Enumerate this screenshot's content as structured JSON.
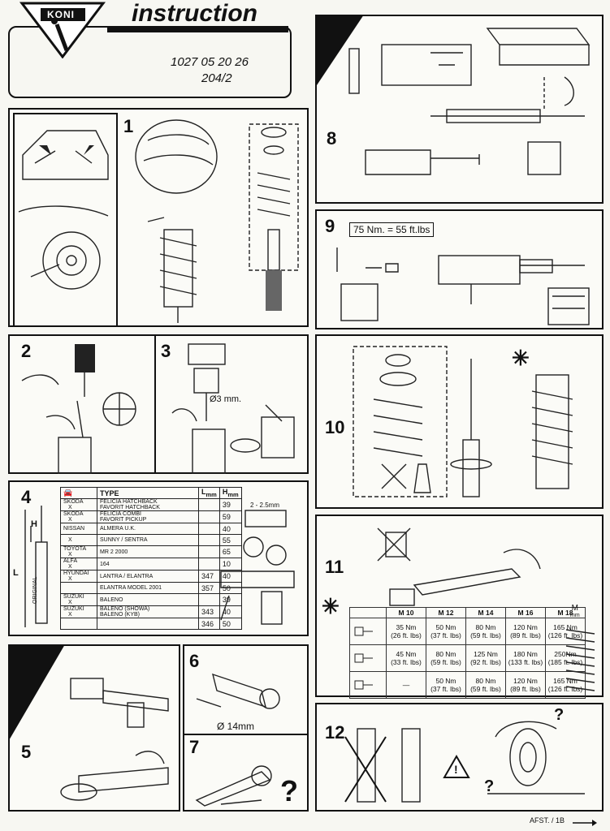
{
  "header": {
    "brand": "KONI",
    "title": "instruction",
    "code": "1027 05 20 26",
    "subcode": "204/2"
  },
  "steps": {
    "s1": "1",
    "s2": "2",
    "s3": "3",
    "s4": "4",
    "s5": "5",
    "s6": "6",
    "s7": "7",
    "s8": "8",
    "s9": "9",
    "s10": "10",
    "s11": "11",
    "s12": "12"
  },
  "step3": {
    "drill": "Ø3 mm."
  },
  "step4": {
    "gauge": "2 - 2.5mm",
    "axis_H": "H",
    "axis_L": "L",
    "original": "ORIGINAL",
    "table_head": {
      "type": "TYPE",
      "l": "L",
      "l_unit": "mm",
      "h": "H",
      "h_unit": "mm"
    },
    "rows": [
      {
        "make": "SKODA",
        "mark": "X",
        "type": "FELICIA HATCHBACK",
        "type2": "FAVORIT HATCHBACK",
        "l": "",
        "h": "39"
      },
      {
        "make": "SKODA",
        "mark": "X",
        "type": "FELICIA COMBI",
        "type2": "FAVORIT PICKUP",
        "l": "",
        "h": "59"
      },
      {
        "make": "NISSAN",
        "mark": "",
        "type": "ALMERA U.K.",
        "type2": "",
        "l": "",
        "h": "40"
      },
      {
        "make": "",
        "mark": "X",
        "type": "SUNNY / SENTRA",
        "type2": "",
        "l": "",
        "h": "55"
      },
      {
        "make": "TOYOTA",
        "mark": "X",
        "type": "MR 2    2000",
        "type2": "",
        "l": "",
        "h": "65"
      },
      {
        "make": "ALFA",
        "mark": "X",
        "type": "164",
        "type2": "",
        "l": "",
        "h": "10"
      },
      {
        "make": "HYUNDAI",
        "mark": "X",
        "type": "LANTRA / ELANTRA",
        "type2": "",
        "l": "347",
        "h": "40"
      },
      {
        "make": "",
        "mark": "",
        "type": "ELANTRA MODEL 2001",
        "type2": "",
        "l": "357",
        "h": "50"
      },
      {
        "make": "SUZUKI",
        "mark": "X",
        "type": "BALENO",
        "type2": "",
        "l": "",
        "h": "39"
      },
      {
        "make": "SUZUKI",
        "mark": "X",
        "type": "BALENO  (SHOWA)",
        "type2": "BALENO  (KYB)",
        "l": "343",
        "h": "40"
      },
      {
        "make": "",
        "mark": "",
        "type": "",
        "type2": "",
        "l": "346",
        "h": "50"
      }
    ]
  },
  "step6": {
    "diameter": "Ø 14mm"
  },
  "step7": {
    "question": "?"
  },
  "step9": {
    "torque": "75 Nm. =  55 ft.lbs"
  },
  "step11": {
    "star": "✳",
    "m_label": "M",
    "m_unit": "mm",
    "headers": [
      "M 10",
      "M 12",
      "M 14",
      "M 16",
      "M 18"
    ],
    "rows": [
      [
        "35 Nm\n(26 ft. lbs)",
        "50 Nm\n(37 ft. lbs)",
        "80 Nm\n(59 ft. lbs)",
        "120 Nm\n(89 ft. lbs)",
        "165 Nm\n(126 ft. lbs)"
      ],
      [
        "45 Nm\n(33 ft. lbs)",
        "80 Nm\n(59 ft. lbs)",
        "125 Nm\n(92 ft. lbs)",
        "180 Nm\n(133 ft. lbs)",
        "250Nm\n(185 ft. lbs)"
      ],
      [
        "—",
        "50 Nm\n(37 ft. lbs)",
        "80 Nm\n(59 ft. lbs)",
        "120 Nm\n(89 ft. lbs)",
        "165 Nm\n(126 ft. lbs)"
      ]
    ]
  },
  "step12": {
    "warning": "!",
    "q1": "?",
    "q2": "?"
  },
  "step10": {
    "star": "✳"
  },
  "footer": {
    "ref": "AFST. / 1B"
  }
}
